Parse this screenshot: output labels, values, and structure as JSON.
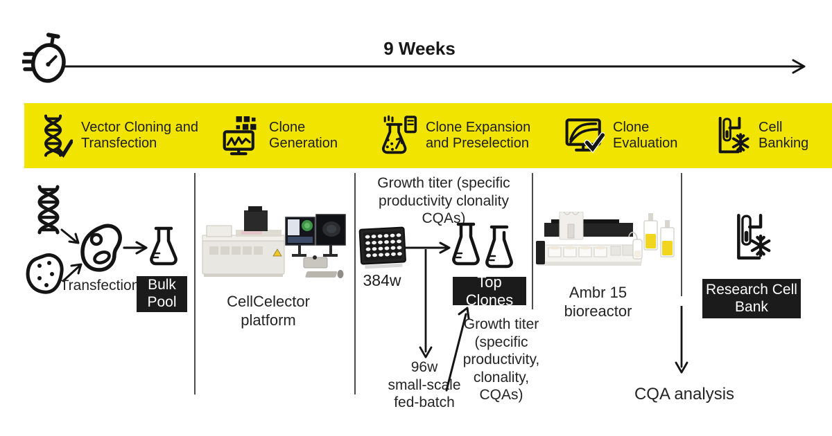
{
  "colors": {
    "accent_yellow": "#F1E400",
    "badge_black": "#1B1B1B",
    "bottle_liquid_yellow": "#F2D51E"
  },
  "timeline": {
    "icon": "stopwatch-icon",
    "duration_label": "9 Weeks"
  },
  "stages": [
    {
      "icon": "dna-check-icon",
      "label": "Vector Cloning and\nTransfection"
    },
    {
      "icon": "clone-plate-monitor-icon",
      "label": "Clone\nGeneration"
    },
    {
      "icon": "expansion-flask-icon",
      "label": "Clone Expansion\nand Preselection"
    },
    {
      "icon": "evaluation-monitor-icon",
      "label": "Clone\nEvaluation"
    },
    {
      "icon": "cryo-tube-snowflake-icon",
      "label": "Cell\nBanking"
    }
  ],
  "columns": {
    "transfection": {
      "process_label": "Transfection",
      "output_badge": "Bulk\nPool"
    },
    "generation": {
      "caption": "CellCelector\nplatform"
    },
    "expansion": {
      "header": "Growth titer (specific\nproductivity clonality CQAs)",
      "plate_label": "384w",
      "top_clones_badge": "Top Clones",
      "fed_batch_label": "96w\nsmall-scale\nfed-batch",
      "growth_titer_note": "Growth titer\n(specific\nproductivity,\nclonality,\nCQAs)"
    },
    "evaluation": {
      "caption": "Ambr 15\nbioreactor"
    },
    "banking": {
      "output_badge": "Research Cell\nBank",
      "analysis_label": "CQA analysis"
    }
  }
}
